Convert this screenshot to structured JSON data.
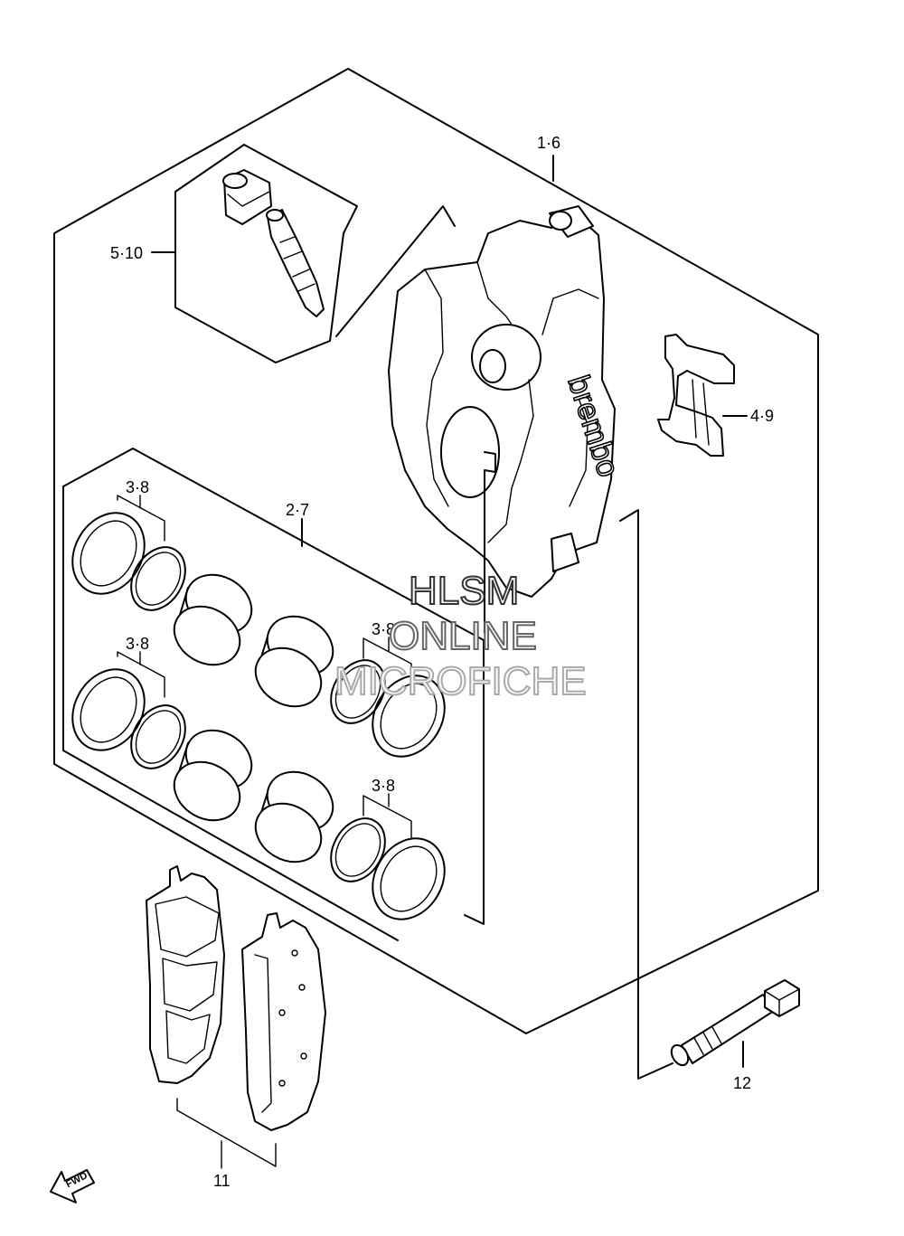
{
  "labels": {
    "caliper_assembly": "1·6",
    "bleeder_kit": "5·10",
    "pad_spring": "4·9",
    "piston_set": "2·7",
    "seal_set_a": "3·8",
    "seal_set_b": "3·8",
    "seal_set_c": "3·8",
    "seal_set_d": "3·8",
    "brake_pads": "11",
    "mounting_bolt": "12"
  },
  "watermark": {
    "line1": "HLSM",
    "line2": "ONLINE",
    "line3": "MICROFICHE"
  },
  "brand_marking": "brembo",
  "direction_indicator": "FWD"
}
